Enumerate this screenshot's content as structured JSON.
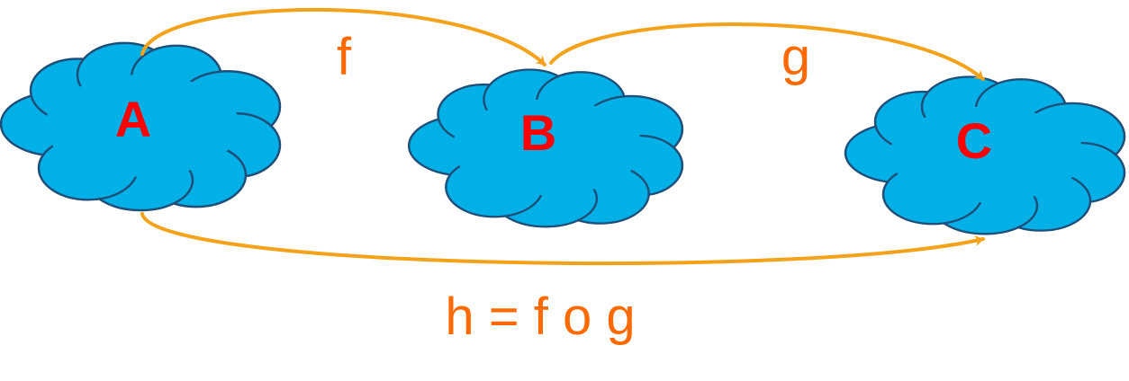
{
  "colors": {
    "cloud_fill": "#00B0E6",
    "cloud_stroke": "#1F4E79",
    "node_text": "#FF0000",
    "arrow": "#F5A21B",
    "arrow_label": "#FF6A00"
  },
  "nodes": [
    {
      "id": "A",
      "label": "A"
    },
    {
      "id": "B",
      "label": "B"
    },
    {
      "id": "C",
      "label": "C"
    }
  ],
  "edges": [
    {
      "from": "A",
      "to": "B",
      "label": "f"
    },
    {
      "from": "B",
      "to": "C",
      "label": "g"
    },
    {
      "from": "A",
      "to": "C",
      "label": "h = f o g"
    }
  ]
}
